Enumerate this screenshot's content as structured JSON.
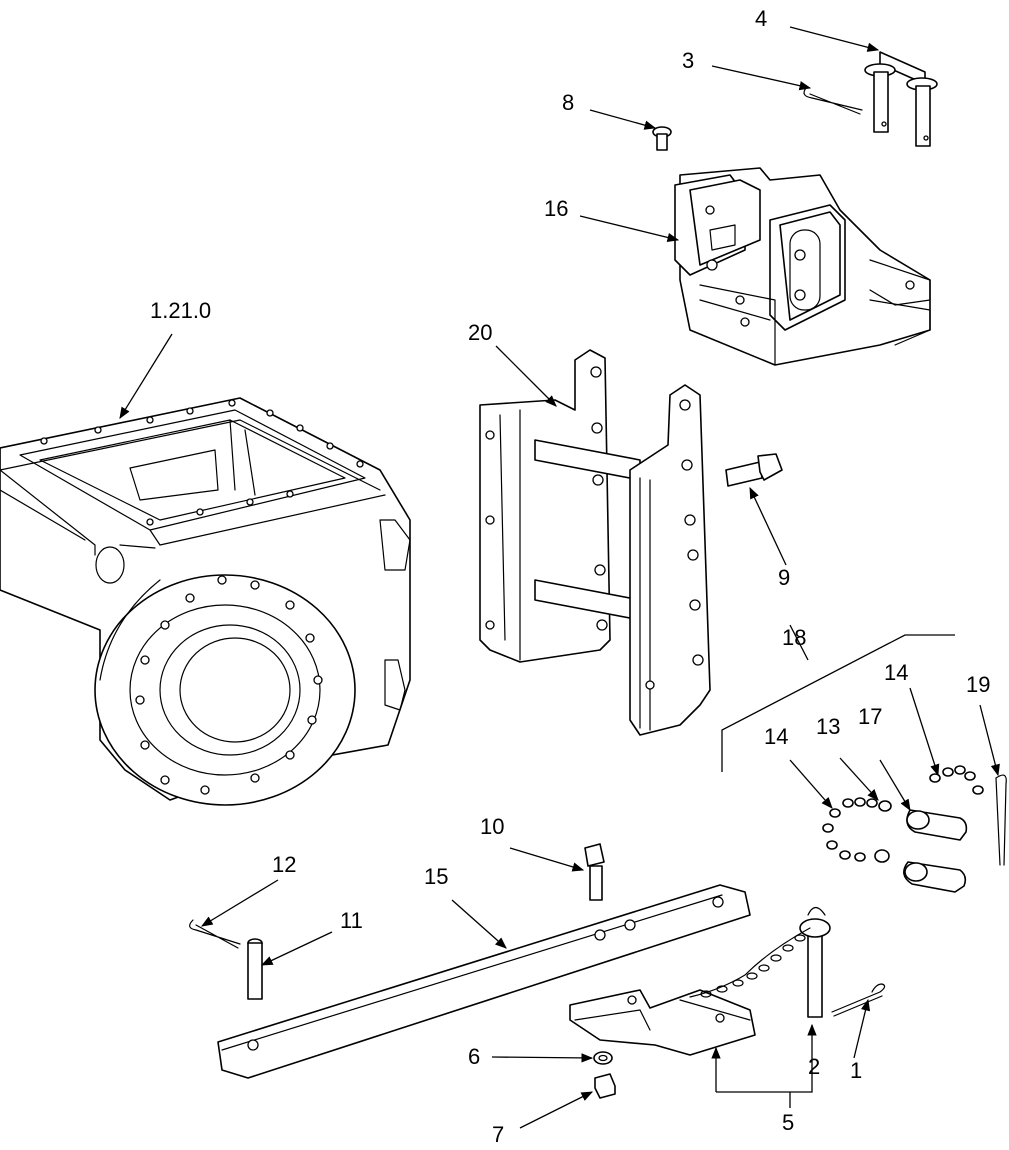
{
  "callouts": {
    "c1": "1",
    "c2": "2",
    "c3": "3",
    "c4": "4",
    "c5": "5",
    "c6": "6",
    "c7": "7",
    "c8": "8",
    "c9": "9",
    "c10": "10",
    "c11": "11",
    "c12": "12",
    "c13": "13",
    "c14a": "14",
    "c14b": "14",
    "c15": "15",
    "c16": "16",
    "c17": "17",
    "c18": "18",
    "c19": "19",
    "c20": "20",
    "c121": "1.21.0"
  },
  "colors": {
    "line": "#000000",
    "background": "#ffffff"
  }
}
